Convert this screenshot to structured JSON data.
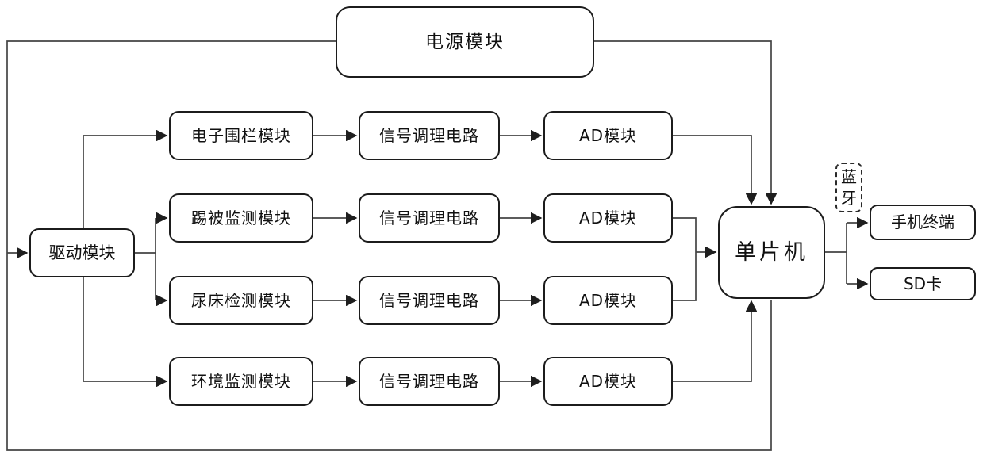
{
  "diagram": {
    "power_label": "电源模块",
    "drive_label": "驱动模块",
    "rows": [
      {
        "sensor": "电子围栏模块",
        "conditioner": "信号调理电路",
        "adc": "AD模块"
      },
      {
        "sensor": "踢被监测模块",
        "conditioner": "信号调理电路",
        "adc": "AD模块"
      },
      {
        "sensor": "尿床检测模块",
        "conditioner": "信号调理电路",
        "adc": "AD模块"
      },
      {
        "sensor": "环境监测模块",
        "conditioner": "信号调理电路",
        "adc": "AD模块"
      }
    ],
    "mcu_label": "单片机",
    "bluetooth_label": "蓝牙",
    "phone_label": "手机终端",
    "sd_label": "SD卡",
    "colors": {
      "background": "#ffffff",
      "line": "#444444",
      "box_border": "#1c1c1c",
      "text": "#101010"
    },
    "edges": [
      {
        "from": "电源模块",
        "to": "驱动模块",
        "style": "arrow"
      },
      {
        "from": "电源模块",
        "to": "单片机",
        "into": "top",
        "style": "arrow"
      },
      {
        "from": "电源模块",
        "to": "单片机",
        "into": "bottom",
        "via": "outer-frame",
        "style": "line"
      },
      {
        "from": "驱动模块",
        "to": "电子围栏模块",
        "style": "arrow"
      },
      {
        "from": "驱动模块",
        "to": "踢被监测模块",
        "style": "arrow"
      },
      {
        "from": "驱动模块",
        "to": "尿床检测模块",
        "style": "arrow"
      },
      {
        "from": "驱动模块",
        "to": "环境监测模块",
        "style": "arrow"
      },
      {
        "from": "电子围栏模块",
        "to": "信号调理电路",
        "style": "arrow"
      },
      {
        "from": "踢被监测模块",
        "to": "信号调理电路",
        "style": "arrow"
      },
      {
        "from": "尿床检测模块",
        "to": "信号调理电路",
        "style": "arrow"
      },
      {
        "from": "环境监测模块",
        "to": "信号调理电路",
        "style": "arrow"
      },
      {
        "from": "信号调理电路",
        "to": "AD模块",
        "row": 1,
        "style": "arrow"
      },
      {
        "from": "信号调理电路",
        "to": "AD模块",
        "row": 2,
        "style": "arrow"
      },
      {
        "from": "信号调理电路",
        "to": "AD模块",
        "row": 3,
        "style": "arrow"
      },
      {
        "from": "信号调理电路",
        "to": "AD模块",
        "row": 4,
        "style": "arrow"
      },
      {
        "from": "AD模块",
        "row": 1,
        "to": "单片机",
        "into": "top",
        "style": "arrow"
      },
      {
        "from": "AD模块",
        "row": 2,
        "to": "单片机",
        "into": "left",
        "style": "arrow"
      },
      {
        "from": "AD模块",
        "row": 3,
        "to": "单片机",
        "into": "left",
        "style": "arrow"
      },
      {
        "from": "AD模块",
        "row": 4,
        "to": "单片机",
        "into": "bottom",
        "style": "arrow"
      },
      {
        "from": "单片机",
        "to": "手机终端",
        "label": "蓝牙",
        "style": "arrow"
      },
      {
        "from": "单片机",
        "to": "SD卡",
        "style": "arrow"
      }
    ]
  }
}
